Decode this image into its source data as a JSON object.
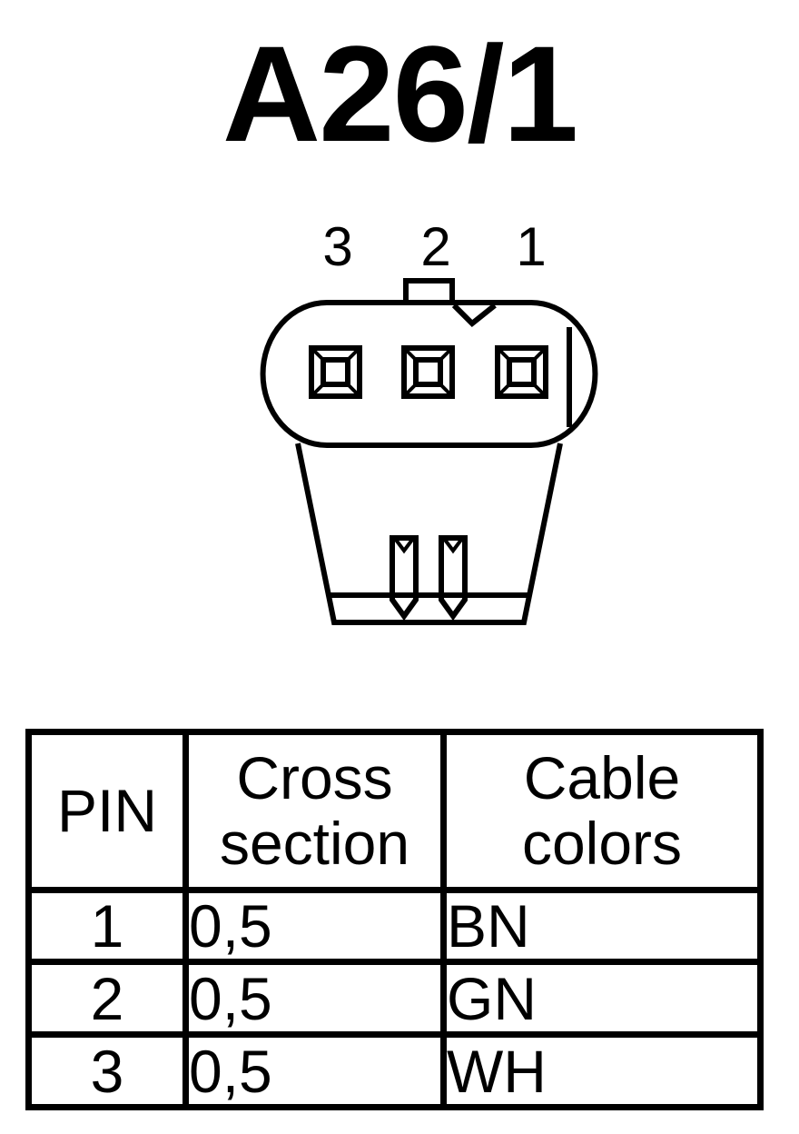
{
  "title": "A26/1",
  "connector": {
    "pin_labels": [
      "3",
      "2",
      "1"
    ],
    "icon": "three-pin-connector-icon"
  },
  "table": {
    "headers": {
      "pin": "PIN",
      "cross_section": [
        "Cross",
        "section"
      ],
      "cable_colors": [
        "Cable",
        "colors"
      ]
    },
    "rows": [
      {
        "pin": "1",
        "cross_section": "0,5",
        "color": "BN"
      },
      {
        "pin": "2",
        "cross_section": "0,5",
        "color": "GN"
      },
      {
        "pin": "3",
        "cross_section": "0,5",
        "color": "WH"
      }
    ]
  }
}
